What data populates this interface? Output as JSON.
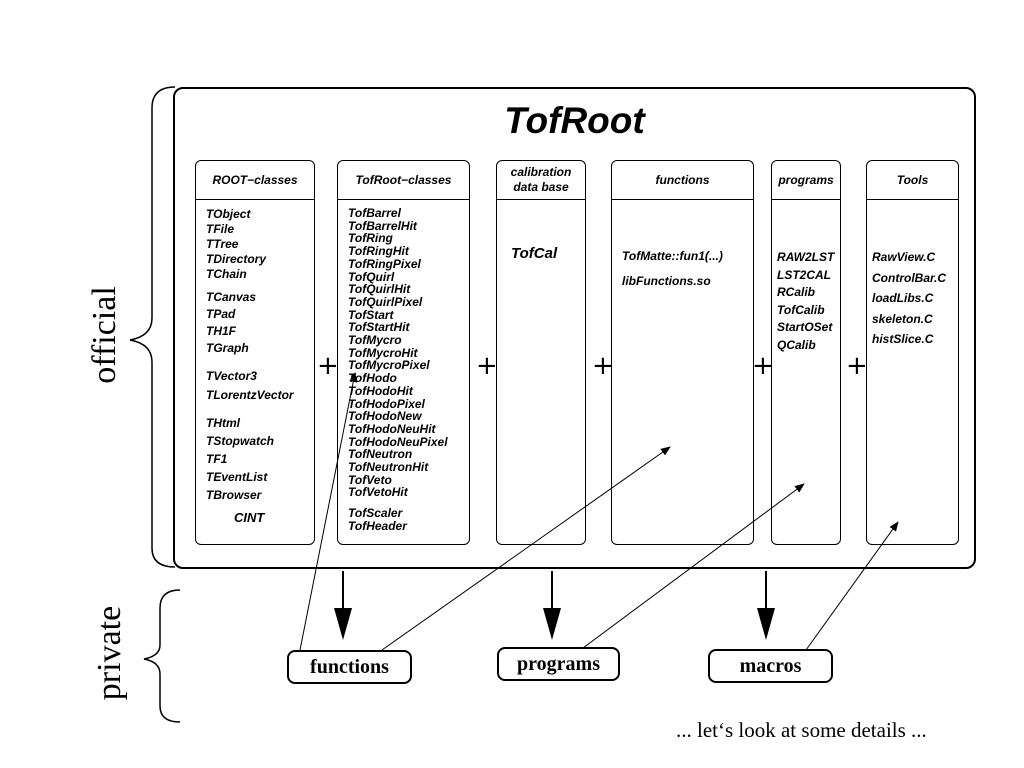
{
  "title": "TofRoot",
  "side_labels": {
    "official": "official",
    "private": "private"
  },
  "columns": [
    {
      "header": "ROOT−classes",
      "items": [
        [
          "TObject",
          "TFile",
          "TTree",
          "TDirectory",
          "TChain"
        ],
        [
          "TCanvas",
          "TPad",
          "TH1F",
          "TGraph"
        ],
        [
          "TVector3",
          "TLorentzVector"
        ],
        [
          "THtml",
          "TStopwatch",
          "TF1",
          "TEventList",
          "TBrowser"
        ]
      ],
      "footer": "CINT"
    },
    {
      "header": "TofRoot−classes",
      "items": [
        [
          "TofBarrel",
          "TofBarrelHit",
          "TofRing",
          "TofRingHit",
          "TofRingPixel",
          "TofQuirl",
          "TofQuirlHit",
          "TofQuirlPixel",
          "TofStart",
          "TofStartHit",
          "TofMycro",
          "TofMycroHit",
          "TofMycroPixel",
          "TofHodo",
          "TofHodoHit",
          "TofHodoPixel",
          "TofHodoNew",
          "TofHodoNeuHit",
          "TofHodoNeuPixel",
          "TofNeutron",
          "TofNeutronHit",
          "TofVeto",
          "TofVetoHit"
        ],
        [
          "TofScaler",
          "TofHeader"
        ]
      ]
    },
    {
      "header": "calibration data base",
      "big_item": "TofCal"
    },
    {
      "header": "functions",
      "items": [
        [
          "TofMatte::fun1(...)"
        ],
        [
          "libFunctions.so"
        ]
      ]
    },
    {
      "header": "programs",
      "items": [
        [
          "RAW2LST",
          "LST2CAL",
          "RCalib",
          "TofCalib",
          "StartOSet",
          "QCalib"
        ]
      ]
    },
    {
      "header": "Tools",
      "items": [
        [
          "RawView.C",
          "ControlBar.C",
          "loadLibs.C",
          "skeleton.C",
          "histSlice.C"
        ]
      ]
    }
  ],
  "plus_sign": "+",
  "private_boxes": {
    "functions": "functions",
    "programs": "programs",
    "macros": "macros"
  },
  "footer_note": "... let‘s look at some details ..."
}
